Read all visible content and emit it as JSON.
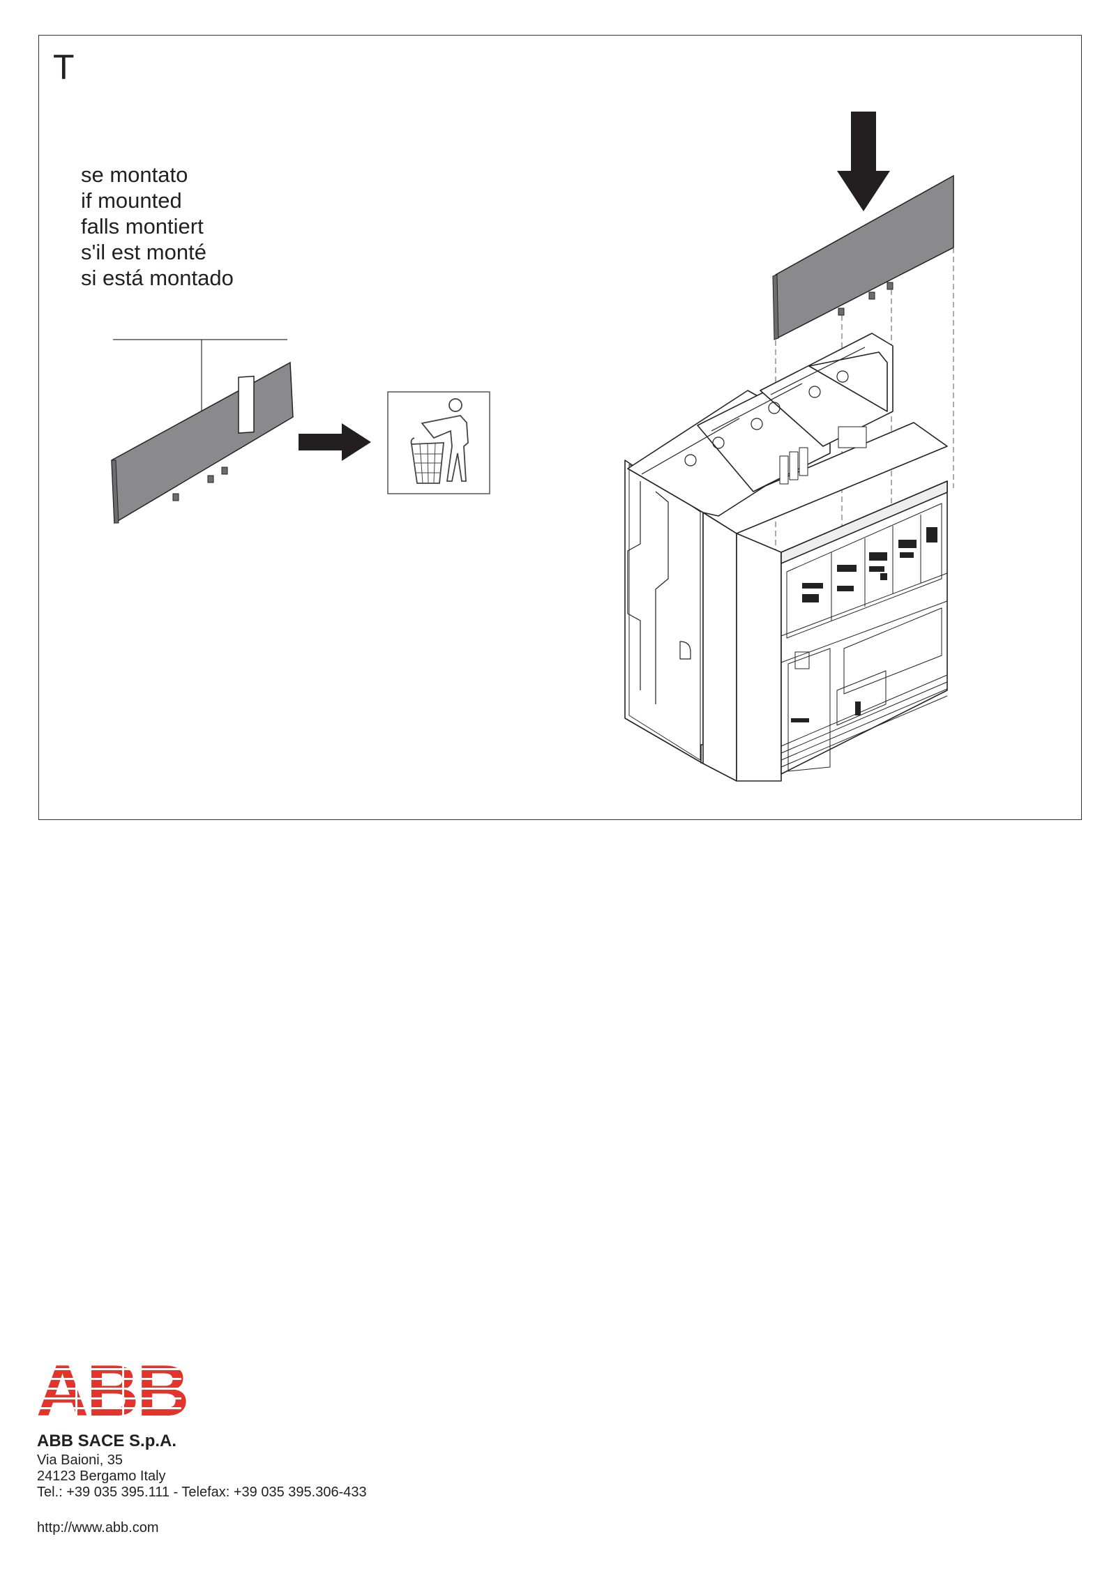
{
  "page": {
    "step_letter": "T",
    "note_lines": [
      "se montato",
      "if mounted",
      "falls montiert",
      "s'il est monté",
      "si está montado"
    ],
    "icons": {
      "arrow_right": "arrow-right-icon",
      "arrow_down": "arrow-down-icon",
      "waste_bin": "waste-bin-icon"
    },
    "colors": {
      "panel_fill": "#8a898b",
      "arrow_fill": "#231f20",
      "logo_red": "#e3342b"
    }
  },
  "footer": {
    "logo_text": "ABB",
    "company": "ABB SACE S.p.A.",
    "address": [
      "Via Baioni, 35",
      "24123 Bergamo Italy",
      "Tel.: +39 035 395.111 - Telefax: +39 035 395.306-433"
    ],
    "website": "http://www.abb.com"
  }
}
